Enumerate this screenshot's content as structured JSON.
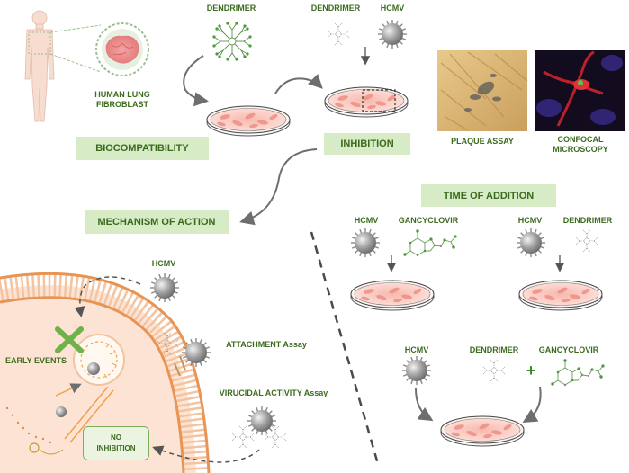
{
  "labels": {
    "human_lung_fibroblast": "HUMAN LUNG FIBROBLAST",
    "dendrimer_top": "DENDRIMER",
    "dendrimer_inhibition": "DENDRIMER",
    "hcmv_inhibition": "HCMV",
    "plaque_assay": "PLAQUE ASSAY",
    "confocal_microscopy": "CONFOCAL MICROSCOPY",
    "hcmv_mechanism": "HCMV",
    "early_events": "EARLY EVENTS",
    "attachment_assay": "ATTACHMENT Assay",
    "virucidal_assay": "VIRUCIDAL ACTIVITY Assay",
    "no_inhibition": "NO INHIBITION",
    "hcmv_toa_left": "HCMV",
    "gancyclovir_toa_left": "GANCYCLOVIR",
    "hcmv_toa_right": "HCMV",
    "dendrimer_toa_right": "DENDRIMER",
    "hcmv_toa_bottom": "HCMV",
    "dendrimer_toa_bottom": "DENDRIMER",
    "gancyclovir_toa_bottom": "GANCYCLOVIR",
    "plus_sign": "+"
  },
  "boxes": {
    "biocompatibility": "BIOCOMPATIBILITY",
    "inhibition": "INHIBITION",
    "mechanism_of_action": "MECHANISM OF ACTION",
    "time_of_addition": "TIME OF ADDITION"
  },
  "colors": {
    "label_green": "#3d6b1f",
    "box_fill": "#d6ebc6",
    "dish_cells": "#f2a9a0",
    "virus_grey": "#8a8a8a",
    "membrane_orange": "#f0b37e",
    "cytoplasm": "#fde3d3",
    "inhibition_x": "#6fb24a",
    "dendrimer_green": "#4a9a3a"
  },
  "icons": [
    "human-body-icon",
    "lung-tissue-icon",
    "dendrimer-icon",
    "virus-icon",
    "petri-dish-icon",
    "gancyclovir-molecule-icon",
    "cell-membrane-icon",
    "nucleus-icon",
    "inhibition-cross-icon",
    "plaque-assay-photo",
    "confocal-microscopy-photo"
  ]
}
